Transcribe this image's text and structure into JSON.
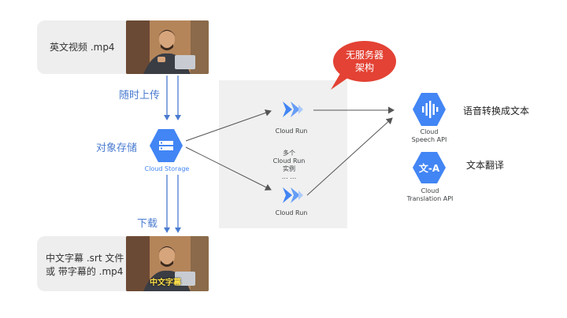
{
  "input": {
    "label": "英文视频 .mp4"
  },
  "output": {
    "line1": "中文字幕 .srt 文件",
    "line2": "或 带字幕的 .mp4",
    "subtitle_overlay": "中文字幕"
  },
  "flow": {
    "upload": "随时上传",
    "download": "下载",
    "storage_label": "对象存储"
  },
  "storage": {
    "name": "Cloud Storage"
  },
  "serverless": {
    "line1": "无服务器",
    "line2": "架构"
  },
  "run": {
    "top": "Cloud Run",
    "bottom": "Cloud Run",
    "multi_line1": "多个",
    "multi_line2": "Cloud Run",
    "multi_line3": "实例",
    "ellipsis": "… …"
  },
  "speech": {
    "line1": "Cloud",
    "line2": "Speech API",
    "desc": "语音转换成文本"
  },
  "translation": {
    "line1": "Cloud",
    "line2": "Translation API",
    "desc": "文本翻译",
    "glyph": "文-A"
  },
  "colors": {
    "gcp_blue": "#4285f4",
    "label_blue": "#4a7bd0",
    "bubble_red": "#e34234",
    "panel_gray": "#eeeeee"
  }
}
